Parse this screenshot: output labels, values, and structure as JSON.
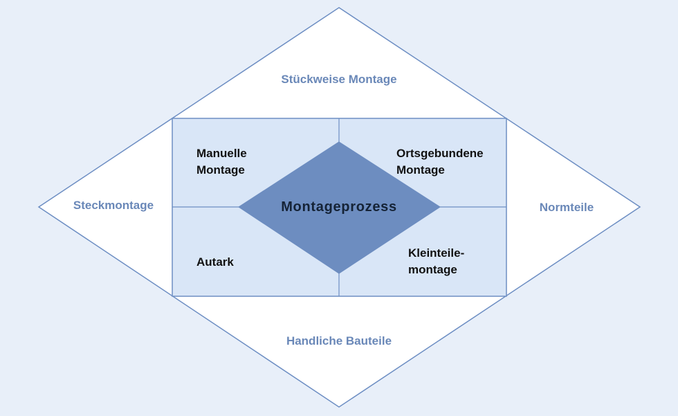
{
  "diagram": {
    "outer": {
      "top": "Stückweise Montage",
      "left": "Steckmontage",
      "right": "Normteile",
      "bottom": "Handliche Bauteile"
    },
    "inner": {
      "top_left": "Manuelle\nMontage",
      "top_right": "Ortsgebundene\nMontage",
      "bottom_left": "Autark",
      "bottom_right": "Kleinteile-\nmontage"
    },
    "center": "Montageprozess"
  },
  "colors": {
    "background": "#e8eff9",
    "outer_fill": "#ffffff",
    "outline": "#6d8ec3",
    "inner_fill": "#d9e6f7",
    "center_fill": "#6d8dc0",
    "outer_text": "#6a88b8",
    "inner_text": "#111111",
    "center_text": "#152336"
  }
}
